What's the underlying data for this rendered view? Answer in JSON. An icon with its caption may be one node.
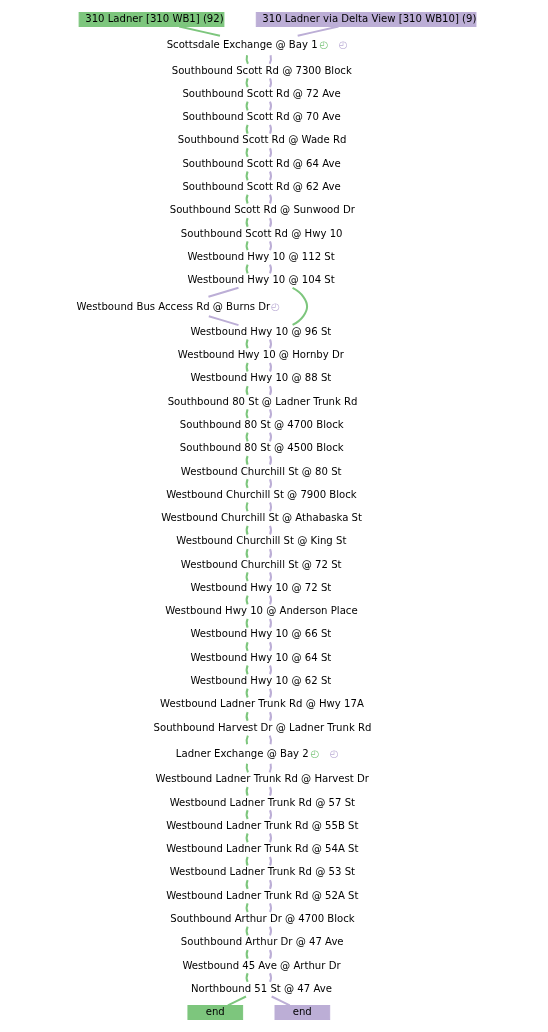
{
  "diagram": {
    "nodes": [
      {
        "text": [
          "310 Ladner [310 WB1] (92)"
        ]
      },
      {
        "text": [
          "310 Ladner via Delta View [310 WB10] (9)"
        ]
      },
      {
        "text": [
          "Scottsdale Exchange @ Bay 1"
        ],
        "beside": [
          "◴",
          "◴"
        ]
      },
      {
        "text": [
          "Southbound Scott Rd @ 7300 Block"
        ]
      },
      {
        "text": [
          "Southbound Scott Rd @ 72 Ave"
        ]
      },
      {
        "text": [
          "Southbound Scott Rd @ 70 Ave"
        ]
      },
      {
        "text": [
          "Southbound Scott Rd @ Wade Rd"
        ]
      },
      {
        "text": [
          "Southbound Scott Rd @ 64 Ave"
        ]
      },
      {
        "text": [
          "Southbound Scott Rd @ 62 Ave"
        ]
      },
      {
        "text": [
          "Southbound Scott Rd @ Sunwood Dr"
        ]
      },
      {
        "text": [
          "Southbound Scott Rd @ Hwy 10"
        ]
      },
      {
        "text": [
          "Westbound Hwy 10 @ 112 St"
        ]
      },
      {
        "text": [
          "Westbound Hwy 10 @ 104 St"
        ]
      },
      {
        "text": [
          "Westbound Bus Access Rd @ Burns Dr"
        ],
        "beside": [
          "◴"
        ]
      },
      {
        "text": [
          "Westbound Hwy 10 @ 96 St"
        ]
      },
      {
        "text": [
          "Westbound Hwy 10 @ Hornby Dr"
        ]
      },
      {
        "text": [
          "Westbound Hwy 10 @ 88 St"
        ]
      },
      {
        "text": [
          "Southbound 80 St @ Ladner Trunk Rd"
        ]
      },
      {
        "text": [
          "Southbound 80 St @ 4700 Block"
        ]
      },
      {
        "text": [
          "Southbound 80 St @ 4500 Block"
        ]
      },
      {
        "text": [
          "Westbound Churchill St @ 80 St"
        ]
      },
      {
        "text": [
          "Westbound Churchill St @ 7900 Block"
        ]
      },
      {
        "text": [
          "Westbound Churchill St @ Athabaska St"
        ]
      },
      {
        "text": [
          "Westbound Churchill St @ King St"
        ]
      },
      {
        "text": [
          "Westbound Churchill St @ 72 St"
        ]
      },
      {
        "text": [
          "Westbound Hwy 10 @ 72 St"
        ]
      },
      {
        "text": [
          "Westbound Hwy 10 @ Anderson Place"
        ]
      },
      {
        "text": [
          "Westbound Hwy 10 @ 66 St"
        ]
      },
      {
        "text": [
          "Westbound Hwy 10 @ 64 St"
        ]
      },
      {
        "text": [
          "Westbound Hwy 10 @ 62 St"
        ]
      },
      {
        "text": [
          "Westbound Ladner Trunk Rd @ Hwy 17A"
        ]
      },
      {
        "text": [
          "Southbound Harvest Dr @ Ladner Trunk Rd"
        ]
      },
      {
        "text": [
          "Ladner Exchange @ Bay 2"
        ],
        "beside": [
          "◴",
          "◴"
        ]
      },
      {
        "text": [
          "Westbound Ladner Trunk Rd @ Harvest Dr"
        ]
      },
      {
        "text": [
          "Westbound Ladner Trunk Rd @ 57 St"
        ]
      },
      {
        "text": [
          "Westbound Ladner Trunk Rd @ 55B St"
        ]
      },
      {
        "text": [
          "Westbound Ladner Trunk Rd @ 54A St"
        ]
      },
      {
        "text": [
          "Westbound Ladner Trunk Rd @ 53 St"
        ]
      },
      {
        "text": [
          "Westbound Ladner Trunk Rd @ 52A St"
        ]
      },
      {
        "text": [
          "Southbound Arthur Dr @ 4700 Block"
        ]
      },
      {
        "text": [
          "Southbound Arthur Dr @ 47 Ave"
        ]
      },
      {
        "text": [
          "Westbound 45 Ave @ Arthur Dr"
        ]
      },
      {
        "text": [
          "Northbound 51 St @ 47 Ave"
        ]
      },
      {
        "text": [
          "end"
        ]
      },
      {
        "text": [
          "end"
        ]
      }
    ],
    "edges": [
      {
        "from": 0,
        "to": 2,
        "arrow": "none",
        "color": "#7dc67d"
      },
      {
        "from": 1,
        "to": 2,
        "arrow": "none",
        "color": "#bcaed6"
      },
      {
        "from": 2,
        "to": 3,
        "arrow": "none",
        "color": "#7dc67d"
      },
      {
        "from": 2,
        "to": 3,
        "arrow": "none",
        "color": "#bcaed6"
      },
      {
        "from": 3,
        "to": 4,
        "arrow": "none",
        "color": "#7dc67d"
      },
      {
        "from": 3,
        "to": 4,
        "arrow": "none",
        "color": "#bcaed6"
      },
      {
        "from": 4,
        "to": 5,
        "arrow": "none",
        "color": "#7dc67d"
      },
      {
        "from": 4,
        "to": 5,
        "arrow": "none",
        "color": "#bcaed6"
      },
      {
        "from": 5,
        "to": 6,
        "arrow": "none",
        "color": "#7dc67d"
      },
      {
        "from": 5,
        "to": 6,
        "arrow": "none",
        "color": "#bcaed6"
      },
      {
        "from": 6,
        "to": 7,
        "arrow": "none",
        "color": "#7dc67d"
      },
      {
        "from": 6,
        "to": 7,
        "arrow": "none",
        "color": "#bcaed6"
      },
      {
        "from": 7,
        "to": 8,
        "arrow": "none",
        "color": "#7dc67d"
      },
      {
        "from": 7,
        "to": 8,
        "arrow": "none",
        "color": "#bcaed6"
      },
      {
        "from": 8,
        "to": 9,
        "arrow": "none",
        "color": "#7dc67d"
      },
      {
        "from": 8,
        "to": 9,
        "arrow": "none",
        "color": "#bcaed6"
      },
      {
        "from": 9,
        "to": 10,
        "arrow": "none",
        "color": "#7dc67d"
      },
      {
        "from": 9,
        "to": 10,
        "arrow": "none",
        "color": "#bcaed6"
      },
      {
        "from": 10,
        "to": 11,
        "arrow": "none",
        "color": "#7dc67d"
      },
      {
        "from": 10,
        "to": 11,
        "arrow": "none",
        "color": "#bcaed6"
      },
      {
        "from": 11,
        "to": 12,
        "arrow": "none",
        "color": "#7dc67d"
      },
      {
        "from": 11,
        "to": 12,
        "arrow": "none",
        "color": "#bcaed6"
      },
      {
        "from": 12,
        "to": 14,
        "arrow": "none",
        "color": "#7dc67d"
      },
      {
        "from": 12,
        "to": 13,
        "arrow": "none",
        "color": "#bcaed6"
      },
      {
        "from": 13,
        "to": 14,
        "arrow": "none",
        "color": "#bcaed6"
      },
      {
        "from": 14,
        "to": 15,
        "arrow": "none",
        "color": "#7dc67d"
      },
      {
        "from": 14,
        "to": 15,
        "arrow": "none",
        "color": "#bcaed6"
      },
      {
        "from": 15,
        "to": 16,
        "arrow": "none",
        "color": "#7dc67d"
      },
      {
        "from": 15,
        "to": 16,
        "arrow": "none",
        "color": "#bcaed6"
      },
      {
        "from": 16,
        "to": 17,
        "arrow": "none",
        "color": "#7dc67d"
      },
      {
        "from": 16,
        "to": 17,
        "arrow": "none",
        "color": "#bcaed6"
      },
      {
        "from": 17,
        "to": 18,
        "arrow": "none",
        "color": "#7dc67d"
      },
      {
        "from": 17,
        "to": 18,
        "arrow": "none",
        "color": "#bcaed6"
      },
      {
        "from": 18,
        "to": 19,
        "arrow": "none",
        "color": "#7dc67d"
      },
      {
        "from": 18,
        "to": 19,
        "arrow": "none",
        "color": "#bcaed6"
      },
      {
        "from": 19,
        "to": 20,
        "arrow": "none",
        "color": "#7dc67d"
      },
      {
        "from": 19,
        "to": 20,
        "arrow": "none",
        "color": "#bcaed6"
      },
      {
        "from": 20,
        "to": 21,
        "arrow": "none",
        "color": "#7dc67d"
      },
      {
        "from": 20,
        "to": 21,
        "arrow": "none",
        "color": "#bcaed6"
      },
      {
        "from": 21,
        "to": 22,
        "arrow": "none",
        "color": "#7dc67d"
      },
      {
        "from": 21,
        "to": 22,
        "arrow": "none",
        "color": "#bcaed6"
      },
      {
        "from": 22,
        "to": 23,
        "arrow": "none",
        "color": "#7dc67d"
      },
      {
        "from": 22,
        "to": 23,
        "arrow": "none",
        "color": "#bcaed6"
      },
      {
        "from": 23,
        "to": 24,
        "arrow": "none",
        "color": "#7dc67d"
      },
      {
        "from": 23,
        "to": 24,
        "arrow": "none",
        "color": "#bcaed6"
      },
      {
        "from": 24,
        "to": 25,
        "arrow": "none",
        "color": "#7dc67d"
      },
      {
        "from": 24,
        "to": 25,
        "arrow": "none",
        "color": "#bcaed6"
      },
      {
        "from": 25,
        "to": 26,
        "arrow": "none",
        "color": "#7dc67d"
      },
      {
        "from": 25,
        "to": 26,
        "arrow": "none",
        "color": "#bcaed6"
      },
      {
        "from": 26,
        "to": 27,
        "arrow": "none",
        "color": "#7dc67d"
      },
      {
        "from": 26,
        "to": 27,
        "arrow": "none",
        "color": "#bcaed6"
      },
      {
        "from": 27,
        "to": 28,
        "arrow": "none",
        "color": "#7dc67d"
      },
      {
        "from": 27,
        "to": 28,
        "arrow": "none",
        "color": "#bcaed6"
      },
      {
        "from": 28,
        "to": 29,
        "arrow": "none",
        "color": "#7dc67d"
      },
      {
        "from": 28,
        "to": 29,
        "arrow": "none",
        "color": "#bcaed6"
      },
      {
        "from": 29,
        "to": 30,
        "arrow": "none",
        "color": "#7dc67d"
      },
      {
        "from": 29,
        "to": 30,
        "arrow": "none",
        "color": "#bcaed6"
      },
      {
        "from": 30,
        "to": 31,
        "arrow": "none",
        "color": "#7dc67d"
      },
      {
        "from": 30,
        "to": 31,
        "arrow": "none",
        "color": "#bcaed6"
      },
      {
        "from": 31,
        "to": 32,
        "arrow": "none",
        "color": "#7dc67d"
      },
      {
        "from": 31,
        "to": 32,
        "arrow": "none",
        "color": "#bcaed6"
      },
      {
        "from": 32,
        "to": 33,
        "arrow": "none",
        "color": "#7dc67d"
      },
      {
        "from": 32,
        "to": 33,
        "arrow": "none",
        "color": "#bcaed6"
      },
      {
        "from": 33,
        "to": 34,
        "arrow": "none",
        "color": "#7dc67d"
      },
      {
        "from": 33,
        "to": 34,
        "arrow": "none",
        "color": "#bcaed6"
      },
      {
        "from": 34,
        "to": 35,
        "arrow": "none",
        "color": "#7dc67d"
      },
      {
        "from": 34,
        "to": 35,
        "arrow": "none",
        "color": "#bcaed6"
      },
      {
        "from": 35,
        "to": 36,
        "arrow": "none",
        "color": "#7dc67d"
      },
      {
        "from": 35,
        "to": 36,
        "arrow": "none",
        "color": "#bcaed6"
      },
      {
        "from": 36,
        "to": 37,
        "arrow": "none",
        "color": "#7dc67d"
      },
      {
        "from": 36,
        "to": 37,
        "arrow": "none",
        "color": "#bcaed6"
      },
      {
        "from": 37,
        "to": 38,
        "arrow": "none",
        "color": "#7dc67d"
      },
      {
        "from": 37,
        "to": 38,
        "arrow": "none",
        "color": "#bcaed6"
      },
      {
        "from": 38,
        "to": 39,
        "arrow": "none",
        "color": "#7dc67d"
      },
      {
        "from": 38,
        "to": 39,
        "arrow": "none",
        "color": "#bcaed6"
      },
      {
        "from": 39,
        "to": 40,
        "arrow": "none",
        "color": "#7dc67d"
      },
      {
        "from": 39,
        "to": 40,
        "arrow": "none",
        "color": "#bcaed6"
      },
      {
        "from": 40,
        "to": 41,
        "arrow": "none",
        "color": "#7dc67d"
      },
      {
        "from": 40,
        "to": 41,
        "arrow": "none",
        "color": "#bcaed6"
      },
      {
        "from": 41,
        "to": 42,
        "arrow": "none",
        "color": "#7dc67d"
      },
      {
        "from": 41,
        "to": 42,
        "arrow": "none",
        "color": "#bcaed6"
      },
      {
        "from": 42,
        "to": 43,
        "arrow": "none",
        "color": "#7dc67d"
      },
      {
        "from": 42,
        "to": 44,
        "arrow": "none",
        "color": "#bcaed6"
      }
    ]
  }
}
